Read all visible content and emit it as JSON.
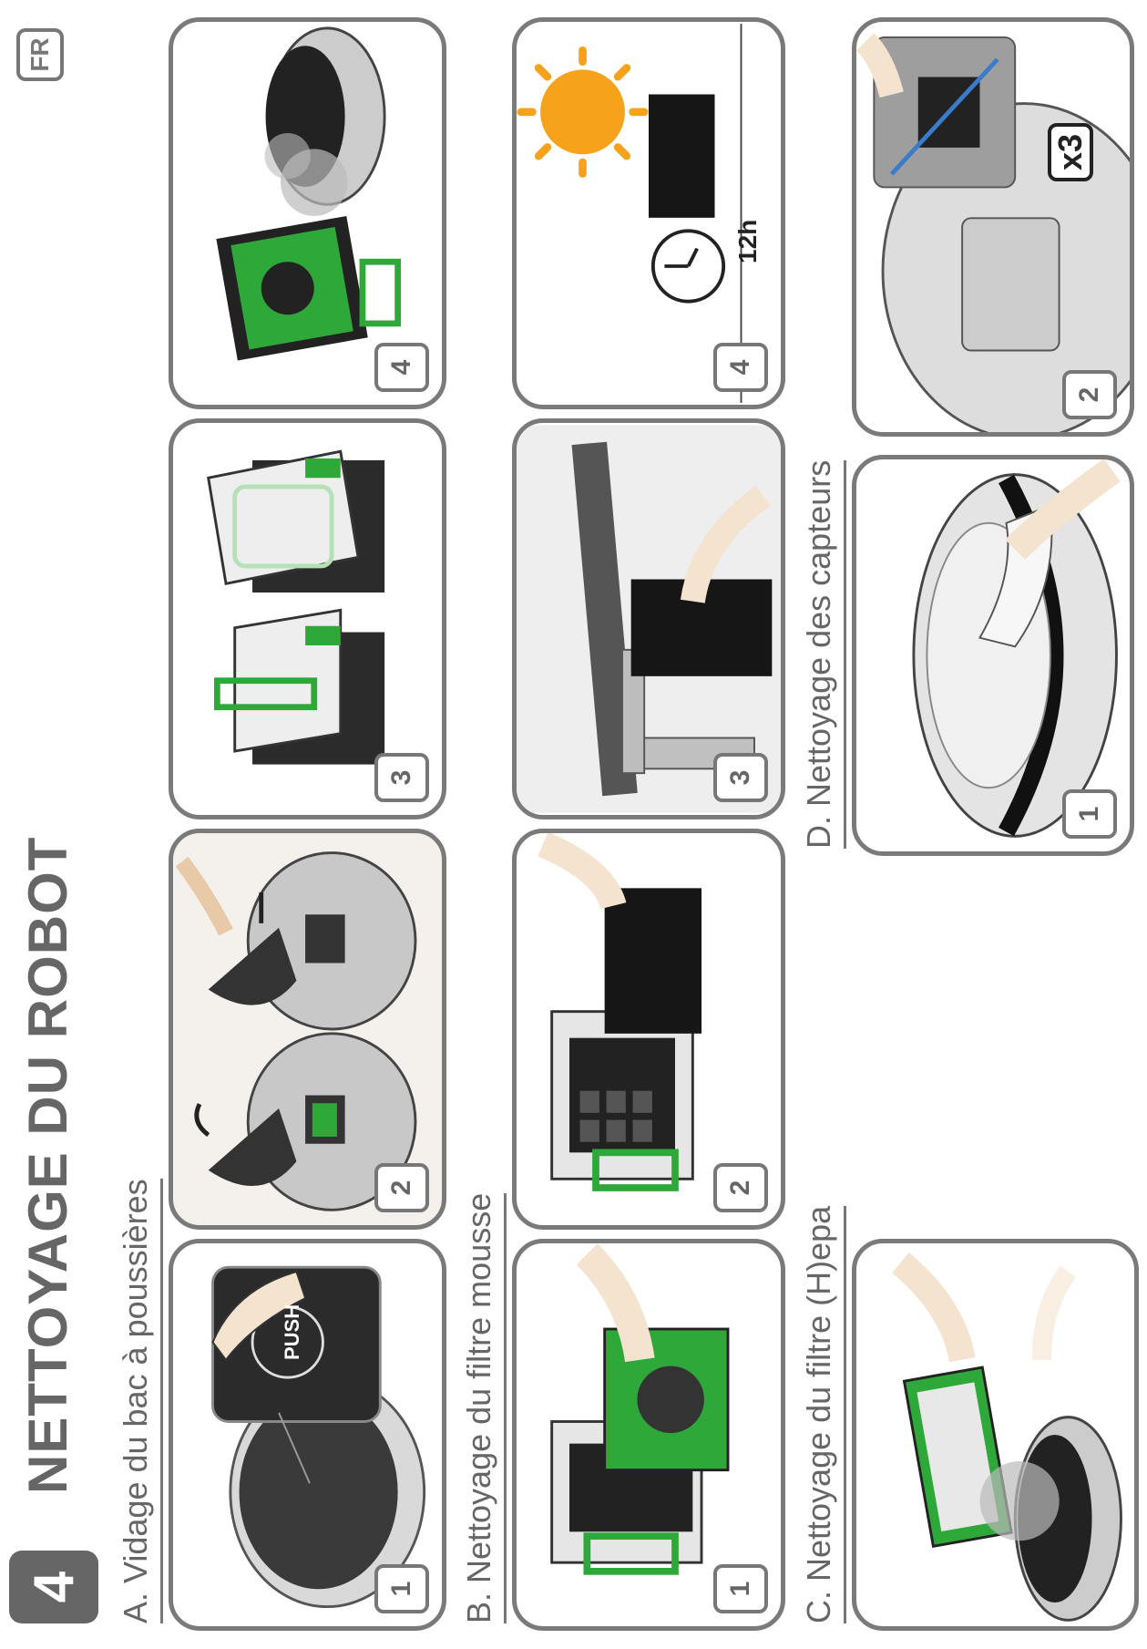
{
  "language_badge": "FR",
  "section_number": "4",
  "page_title": "NETTOYAGE DU ROBOT",
  "sections": {
    "a": {
      "title": "A. Vidage du bac à poussières",
      "steps": [
        "1",
        "2",
        "3",
        "4"
      ]
    },
    "b": {
      "title": "B. Nettoyage du filtre mousse",
      "steps": [
        "1",
        "2",
        "3",
        "4"
      ]
    },
    "c": {
      "title": "C. Nettoyage du filtre (H)epa",
      "steps": []
    },
    "d": {
      "title": "D. Nettoyage des capteurs",
      "steps": [
        "1",
        "2"
      ]
    }
  },
  "labels": {
    "push": "PUSH",
    "dry_time": "12h",
    "repeat": "x3"
  },
  "colors": {
    "accent_green": "#2fa83a",
    "gray": "#777777",
    "sun": "#f7a21b",
    "water": "#6aa6e8"
  }
}
